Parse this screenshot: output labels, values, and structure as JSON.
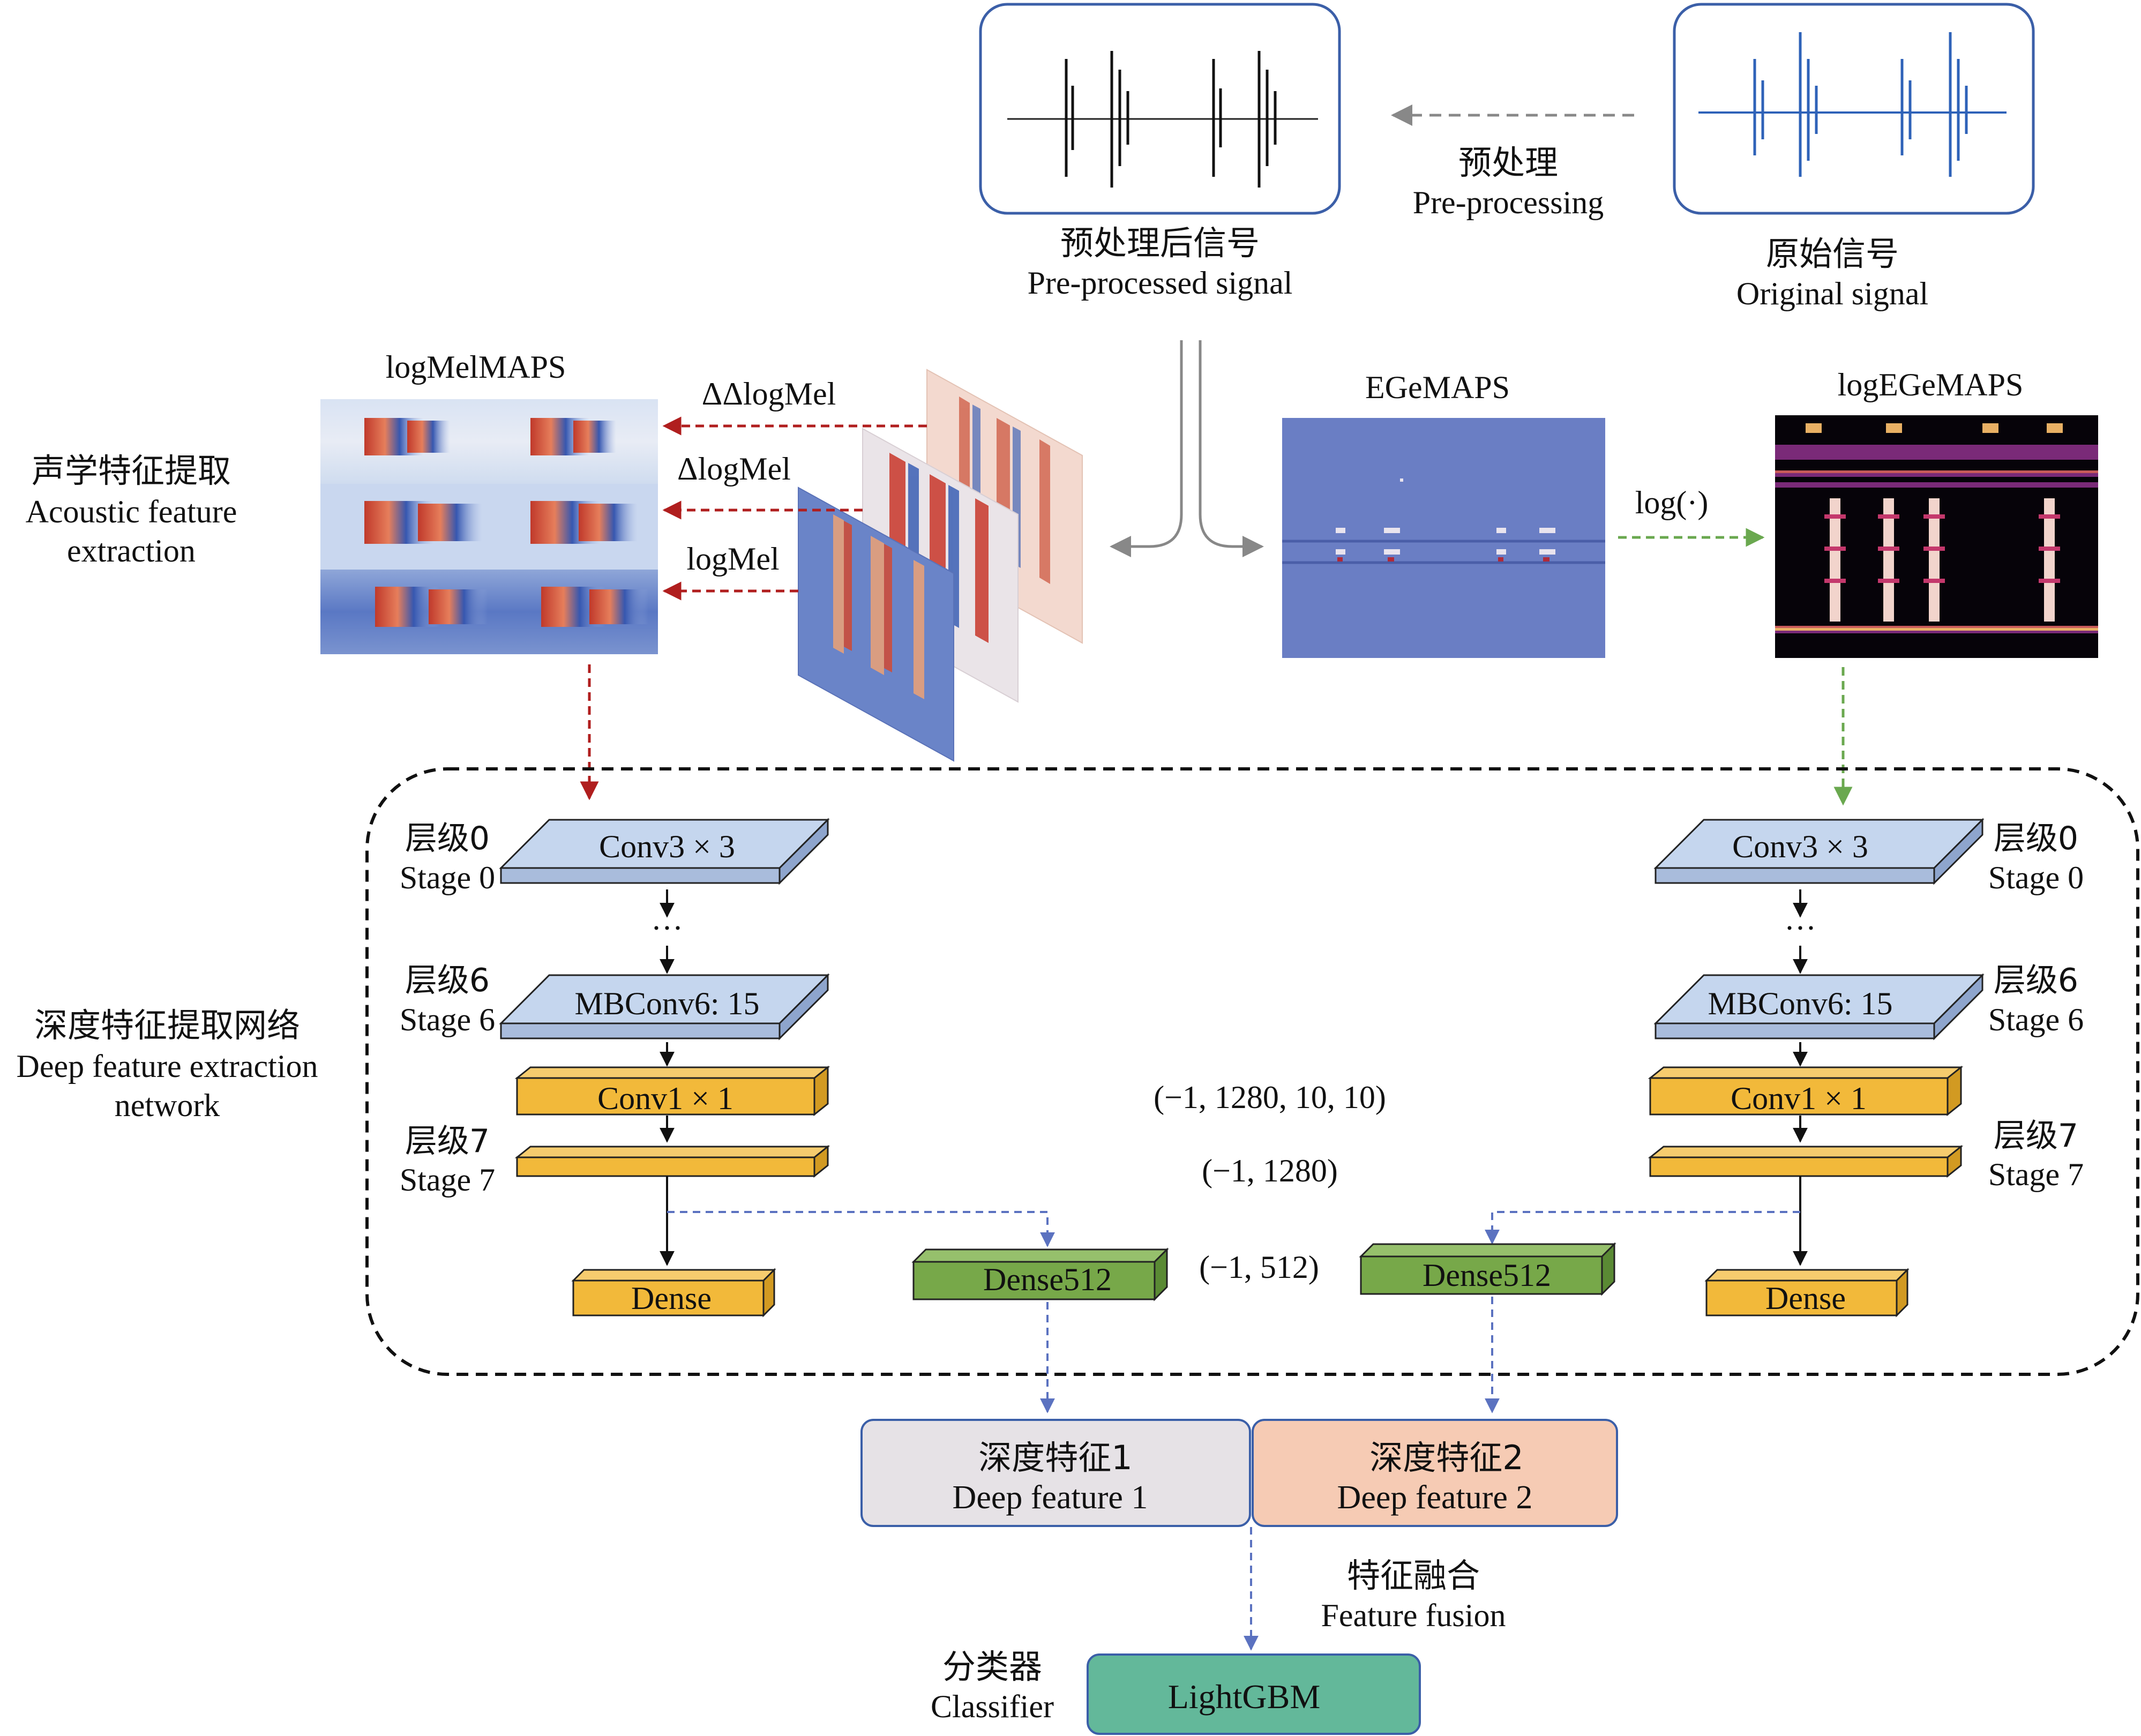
{
  "signals": {
    "preprocessed": {
      "cn": "预处理后信号",
      "en": "Pre-processed signal"
    },
    "original": {
      "cn": "原始信号",
      "en": "Original signal"
    },
    "preprocessing": {
      "cn": "预处理",
      "en": "Pre-processing"
    }
  },
  "maps": {
    "logmel_maps": "logMelMAPS",
    "ddlogmel": "ΔΔlogMel",
    "dlogmel": "ΔlogMel",
    "logmel": "logMel",
    "egemaps": "EGeMAPS",
    "log_egemaps": "logEGeMAPS",
    "log_op": "log(·)"
  },
  "acoustic": {
    "cn": "声学特征提取",
    "en1": "Acoustic feature",
    "en2": "extraction"
  },
  "deep_net": {
    "cn": "深度特征提取网络",
    "en1": "Deep feature extraction",
    "en2": "network"
  },
  "left_column": {
    "stage0_cn": "层级0",
    "stage0_en": "Stage 0",
    "stage6_cn": "层级6",
    "stage6_en": "Stage 6",
    "stage7_cn": "层级7",
    "stage7_en": "Stage 7",
    "conv3": "Conv3 × 3",
    "dots": "···",
    "mbconv": "MBConv6: 15",
    "conv1": "Conv1 × 1",
    "dense": "Dense",
    "dense512": "Dense512"
  },
  "right_column": {
    "stage0_cn": "层级0",
    "stage0_en": "Stage 0",
    "stage6_cn": "层级6",
    "stage6_en": "Stage 6",
    "stage7_cn": "层级7",
    "stage7_en": "Stage 7",
    "conv3": "Conv3 × 3",
    "dots": "···",
    "mbconv": "MBConv6: 15",
    "conv1": "Conv1 × 1",
    "dense": "Dense",
    "dense512": "Dense512"
  },
  "shapes": {
    "s1": "(−1, 1280, 10, 10)",
    "s2": "(−1, 1280)",
    "s3": "(−1, 512)"
  },
  "deep_feature_1": {
    "cn": "深度特征1",
    "en": "Deep feature 1"
  },
  "deep_feature_2": {
    "cn": "深度特征2",
    "en": "Deep feature 2"
  },
  "fusion": {
    "cn": "特征融合",
    "en": "Feature fusion"
  },
  "classifier": {
    "cn": "分类器",
    "en": "Classifier",
    "model": "LightGBM"
  },
  "colors": {
    "blue_block": "#c5d6ee",
    "yellow_block": "#f2b93a",
    "green_block": "#77a849",
    "red_arrow": "#b01e1e",
    "green_arrow": "#6aa84f",
    "blue_arrow": "#5b72c0",
    "df1_fill": "#e6e2e6",
    "df2_fill": "#f6cbb4",
    "lgbm_fill": "#63b89a"
  }
}
